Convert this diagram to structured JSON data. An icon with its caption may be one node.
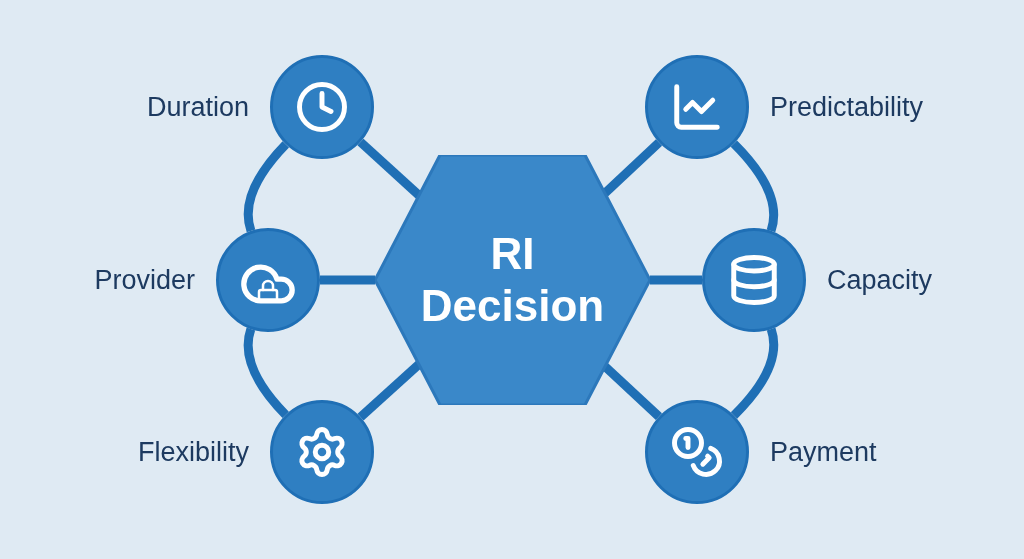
{
  "diagram": {
    "nodes": [
      {
        "text": [
          "RI Decision"
        ]
      },
      {
        "text": [
          "Duration"
        ]
      },
      {
        "text": [
          "Provider"
        ]
      },
      {
        "text": [
          "Flexibility"
        ]
      },
      {
        "text": [
          "Predictability"
        ]
      },
      {
        "text": [
          "Capacity"
        ]
      },
      {
        "text": [
          "Payment"
        ]
      }
    ],
    "edges": [
      {
        "from": 0,
        "to": 1,
        "arrow": "none"
      },
      {
        "from": 0,
        "to": 2,
        "arrow": "none"
      },
      {
        "from": 0,
        "to": 3,
        "arrow": "none"
      },
      {
        "from": 0,
        "to": 4,
        "arrow": "none"
      },
      {
        "from": 0,
        "to": 5,
        "arrow": "none"
      },
      {
        "from": 0,
        "to": 6,
        "arrow": "none"
      },
      {
        "from": 1,
        "to": 2,
        "arrow": "none"
      },
      {
        "from": 2,
        "to": 3,
        "arrow": "none"
      },
      {
        "from": 4,
        "to": 5,
        "arrow": "none"
      },
      {
        "from": 5,
        "to": 6,
        "arrow": "none"
      }
    ]
  }
}
